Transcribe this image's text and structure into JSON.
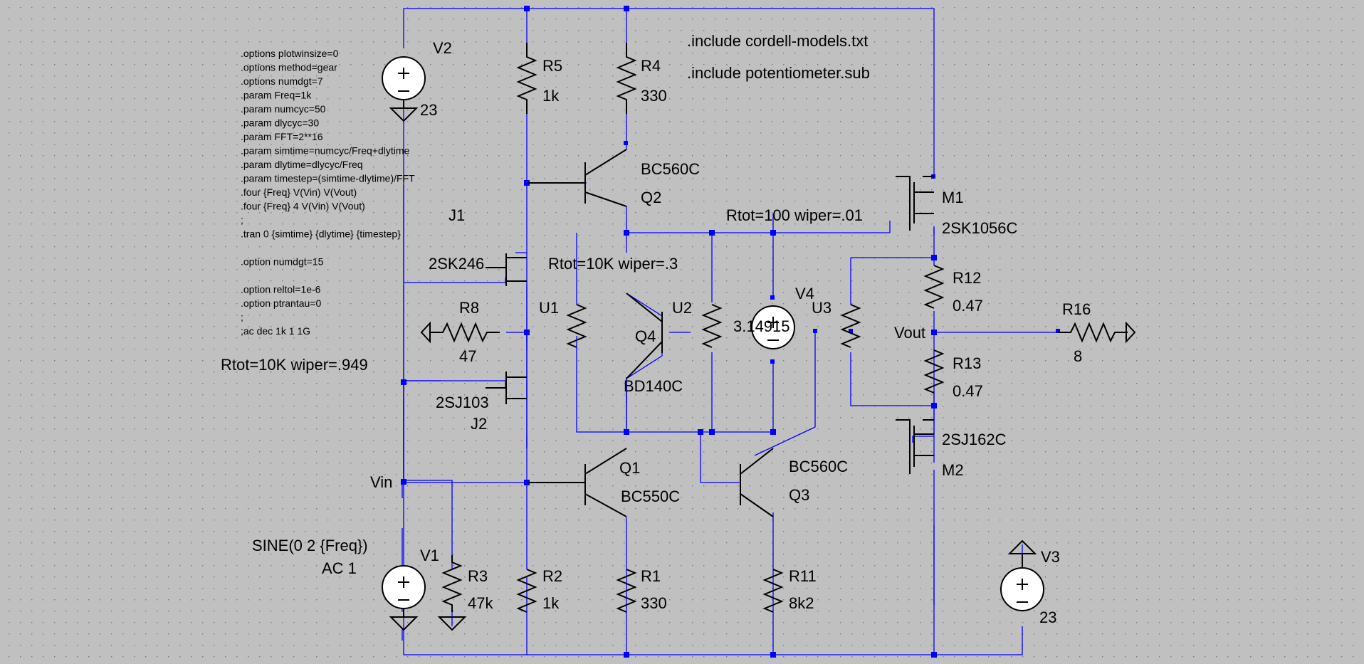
{
  "directives": {
    "include1": ".include cordell-models.txt",
    "include2": ".include potentiometer.sub"
  },
  "spice_lines": [
    ".options plotwinsize=0",
    ".options method=gear",
    ".options numdgt=7",
    ".param Freq=1k",
    ".param numcyc=50",
    ".param dlycyc=30",
    ".param FFT=2**16",
    ".param simtime=numcyc/Freq+dlytime",
    ".param dlytime=dlycyc/Freq",
    ".param timestep=(simtime-dlytime)/FFT",
    ".four {Freq} V(Vin) V(Vout)",
    ".four {Freq} 4 V(Vin) V(Vout)",
    ";",
    ".tran 0 {simtime} {dlytime} {timestep}",
    "",
    ".option numdgt=15",
    "",
    ".option reltol=1e-6",
    ".option ptrantau=0",
    ";",
    ";ac dec 1k 1 1G"
  ],
  "labels": {
    "V2": "V2",
    "V2_val": "23",
    "R5": "R5",
    "R5_val": "1k",
    "R4": "R4",
    "R4_val": "330",
    "Q2": "Q2",
    "Q2_model": "BC560C",
    "M1": "M1",
    "M1_model": "2SK1056C",
    "J1": "J1",
    "J1_model": "2SK246",
    "J2": "J2",
    "J2_model": "2SJ103",
    "R8": "R8",
    "R8_val": "47",
    "U1": "U1",
    "U1_params": "Rtot=10K wiper=.3",
    "U2": "U2",
    "U3": "U3",
    "U3_params": "Rtot=100 wiper=.01",
    "U_input_params": "Rtot=10K wiper=.949",
    "Q4": "Q4",
    "Q4_model": "BD140C",
    "V4": "V4",
    "V4_val": "3.14915",
    "R12": "R12",
    "R12_val": "0.47",
    "R13": "R13",
    "R13_val": "0.47",
    "R16": "R16",
    "R16_val": "8",
    "Vout": "Vout",
    "M2": "M2",
    "M2_model": "2SJ162C",
    "Q1": "Q1",
    "Q1_model": "BC550C",
    "Q3": "Q3",
    "Q3_model": "BC560C",
    "Vin": "Vin",
    "V1": "V1",
    "V1_sine": "SINE(0 2 {Freq})",
    "V1_ac": "AC 1",
    "R3": "R3",
    "R3_val": "47k",
    "R2": "R2",
    "R2_val": "1k",
    "R1": "R1",
    "R1_val": "330",
    "R11": "R11",
    "R11_val": "8k2",
    "V3": "V3",
    "V3_val": "23"
  },
  "colors": {
    "background": "#c0c0c0",
    "grid": "#808080",
    "wire": "#0000ff",
    "component": "#000000"
  }
}
